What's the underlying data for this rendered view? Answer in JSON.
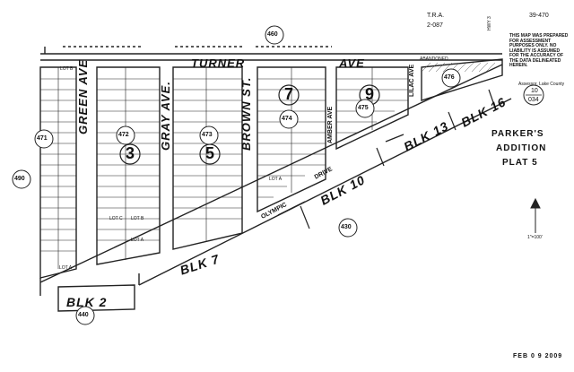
{
  "header": {
    "tra_label": "T.R.A.",
    "tra_number": "2-087",
    "page_number": "39-470",
    "hwy": "HWY 3",
    "disclaimer": "THIS MAP WAS PREPARED FOR ASSESSMENT PURPOSES ONLY. NO LIABILITY IS ASSUMED FOR THE ACCURACY OF THE DATA DELINEATED HEREIN.",
    "assessor": "Assessor, Lake County"
  },
  "title_block": {
    "line1": "PARKER'S",
    "line2": "ADDITION",
    "line3": "PLAT 5"
  },
  "streets": {
    "turner": "TURNER",
    "ave": "AVE",
    "green": "GREEN AVE",
    "gray": "GRAY AVE.",
    "brown": "BROWN ST.",
    "amber": "AMBER AVE",
    "lilac": "LILAC AVE",
    "olympic": "OLYMPIC",
    "drive": "DRIVE",
    "abandoned": "ABANDONED"
  },
  "blocks": {
    "blk2": "BLK 2",
    "blk7": "BLK 7",
    "blk10": "BLK 10",
    "blk13": "BLK 13",
    "blk16": "BLK 16"
  },
  "circled_parcels": [
    "460",
    "490",
    "430",
    "440",
    "471",
    "472",
    "473",
    "474",
    "475",
    "476"
  ],
  "block_circles": [
    "3",
    "5",
    "7",
    "9"
  ],
  "lots": {
    "lot_b": "LOT B",
    "lot_a": "LOT A",
    "lot_c": "LOT C",
    "lot_a2": "LOT A",
    "lot_b2": "LOT B",
    "lot_a3": "LOT A"
  },
  "book_page": {
    "line1": "10",
    "line2": "034"
  },
  "scale": "1\"=100'",
  "stamp": "FEB 0 9 2009"
}
